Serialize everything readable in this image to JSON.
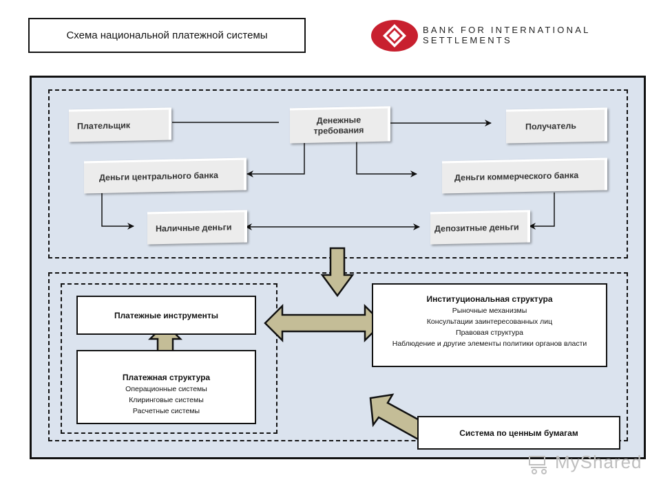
{
  "header": {
    "title": "Схема национальной платежной системы",
    "org_name": "BANK FOR INTERNATIONAL SETTLEMENTS",
    "logo_icon": "bis-logo-icon"
  },
  "flow": {
    "payer": "Плательщик",
    "monetary_claims": "Денежные требования",
    "recipient": "Получатель",
    "central_bank_money": "Деньги центрального банка",
    "commercial_bank_money": "Деньги коммерческого банка",
    "cash": "Наличные деньги",
    "deposit_money": "Депозитные деньги"
  },
  "infrastructure": {
    "payment_instruments": "Платежные инструменты",
    "payment_structure": {
      "title": "Платежная структура",
      "items": [
        "Операционные системы",
        "Клиринговые системы",
        "Расчетные системы"
      ]
    },
    "institutional": {
      "title": "Институциональная структура",
      "items": [
        "Рыночные механизмы",
        "Консультации заинтересованных лиц",
        "Правовая структура",
        "Наблюдение и другие элементы политики органов власти"
      ]
    },
    "securities_system": "Система по ценным бумагам"
  },
  "watermark": {
    "text": "MyShared",
    "icon": "watermark-icon"
  },
  "colors": {
    "panel_bg": "#dbe3ee",
    "big_arrow_fill": "#c4bd97",
    "logo_red": "#c8202f"
  }
}
